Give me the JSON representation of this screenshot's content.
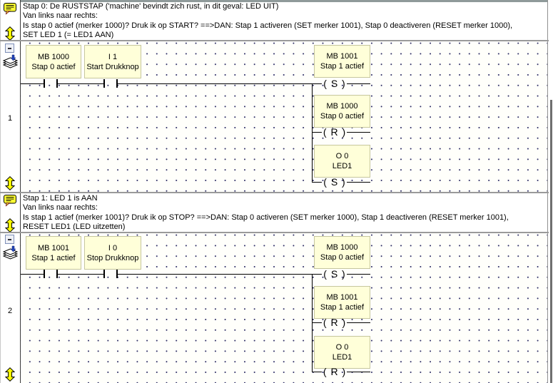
{
  "editor": {
    "networks": [
      {
        "number": "1",
        "comment_lines": [
          "Stap 0: De RUSTSTAP ('machine' bevindt zich rust, in dit geval: LED UIT)",
          "Van links naar rechts:",
          "Is stap 0 actief (merker 1000)? Druk ik op START? ==>DAN: Stap 1 activeren (SET merker 1001), Stap 0 deactiveren (RESET merker 1000),",
          "SET LED 1 (= LED1 AAN)"
        ],
        "contacts": [
          {
            "address": "MB 1000",
            "label": "Stap 0 actief"
          },
          {
            "address": "I 1",
            "label": "Start Drukknop"
          }
        ],
        "coils": [
          {
            "address": "MB 1001",
            "label": "Stap 1 actief",
            "symbol": "( S )"
          },
          {
            "address": "MB 1000",
            "label": "Stap 0 actief",
            "symbol": "( R )"
          },
          {
            "address": "O 0",
            "label": "LED1",
            "symbol": "( S )"
          }
        ]
      },
      {
        "number": "2",
        "comment_lines": [
          "Stap 1: LED 1 is AAN",
          "Van links naar rechts:",
          "Is stap 1 actief (merker 1001)? Druk ik op STOP? ==>DAN: Stap 0 activeren (SET merker 1000), Stap 1 deactiveren (RESET merker 1001),",
          "RESET LED1 (LED uitzetten)"
        ],
        "contacts": [
          {
            "address": "MB 1001",
            "label": "Stap 1 actief"
          },
          {
            "address": "I 0",
            "label": "Stop Drukknop"
          }
        ],
        "coils": [
          {
            "address": "MB 1000",
            "label": "Stap 0 actief",
            "symbol": "( S )"
          },
          {
            "address": "MB 1001",
            "label": "Stap 1 actief",
            "symbol": "( R )"
          },
          {
            "address": "O 0",
            "label": "LED1",
            "symbol": "( R )"
          }
        ]
      }
    ],
    "gutter_icons": [
      "comment-icon",
      "move-network-icon",
      "collapse-network-icon",
      "layers-icon"
    ],
    "colors": {
      "block_fill": "#FFFFD9",
      "block_border": "#C6C69E",
      "grid_dot": "#2F2F66",
      "separator_gray": "#9A9A9A",
      "icon_yellow": "#FFFF00",
      "line_black": "#000000"
    }
  }
}
